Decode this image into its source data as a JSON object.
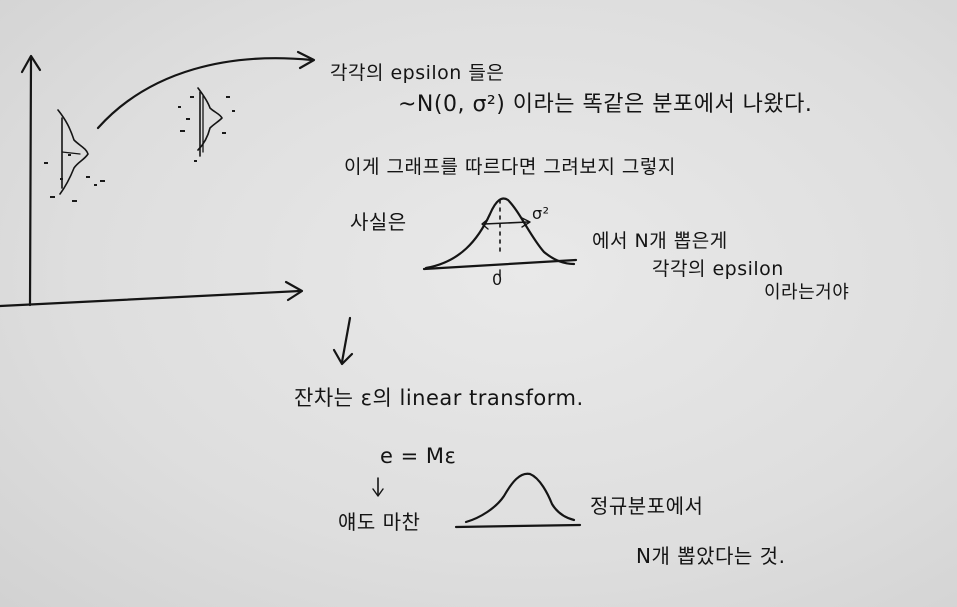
{
  "notes": {
    "line1": "각각의 epsilon 들은",
    "line2": "~N(0, σ²) 이라는 똑같은 분포에서 나왔다.",
    "line3": "이게 그래프를 따르다면 그려보지 그렇지",
    "line4": "사실은",
    "line5": "에서 N개 뽑은게",
    "line6": "각각의 epsilon",
    "line7": "이라는거야",
    "line8": "잔차는 ε의 linear transform.",
    "line9": "e = Mε",
    "line10": "얘도 마찬",
    "line11": "정규분포에서",
    "line12": "N개 뽑았다는 것.",
    "sigma_label": "σ²",
    "zero_label": "0"
  }
}
